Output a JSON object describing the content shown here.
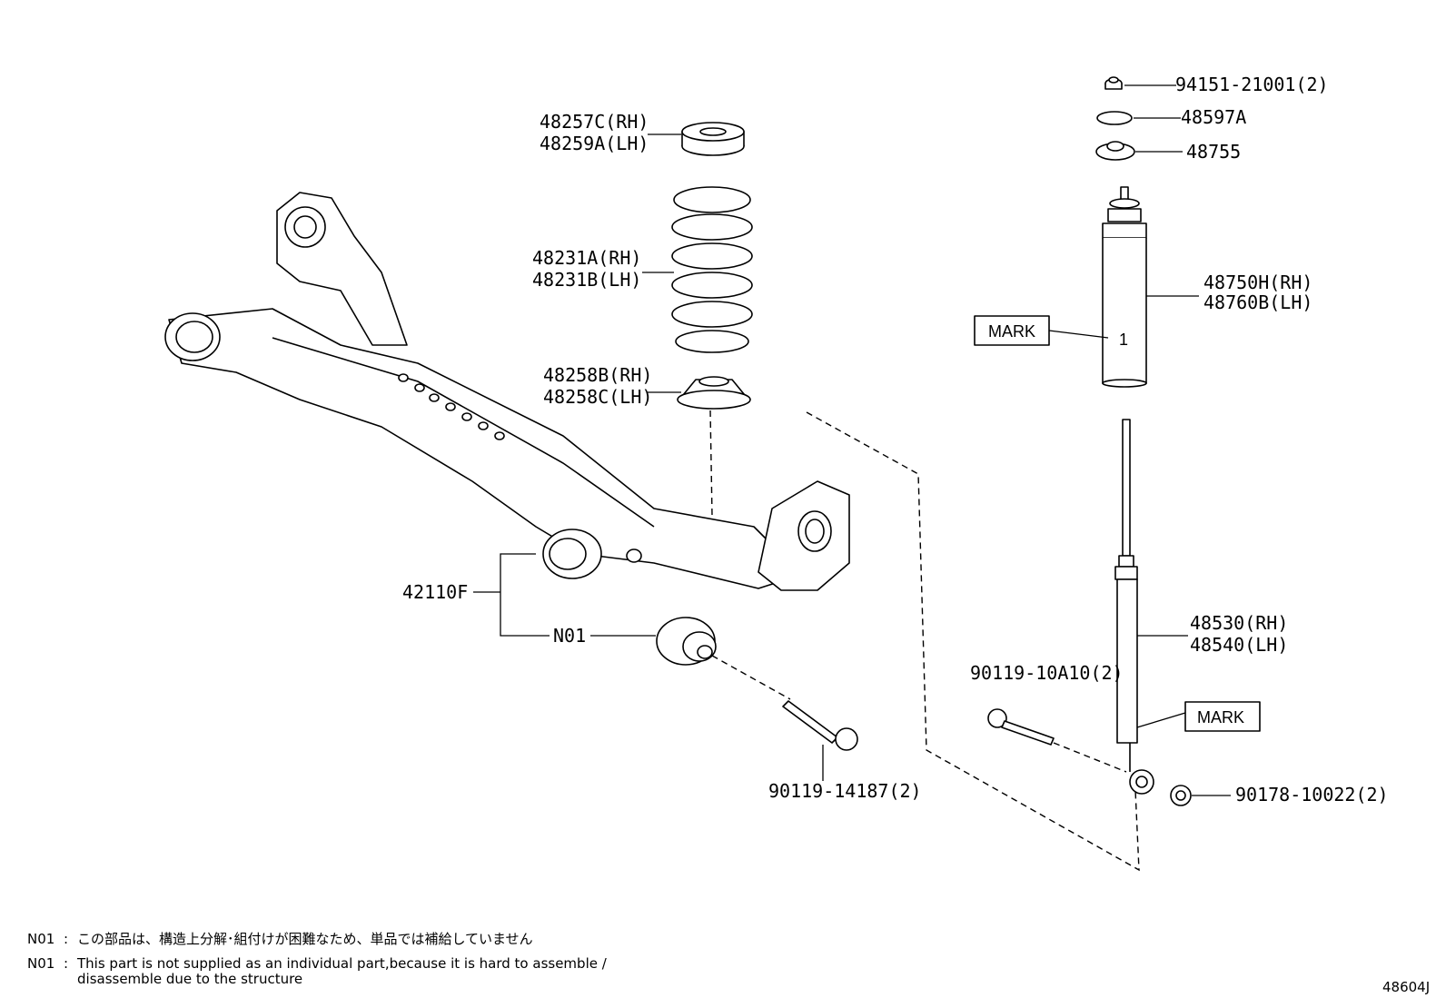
{
  "diagram": {
    "callouts": [
      {
        "id": "nut-top",
        "text": "94151-21001(2)"
      },
      {
        "id": "washer",
        "text": "48597A"
      },
      {
        "id": "bump-seat",
        "text": "48755"
      },
      {
        "id": "boot-1",
        "text": "48750H(RH)"
      },
      {
        "id": "boot-2",
        "text": "48760B(LH)"
      },
      {
        "id": "upper-seat-1",
        "text": "48257C(RH)"
      },
      {
        "id": "upper-seat-2",
        "text": "48259A(LH)"
      },
      {
        "id": "spring-1",
        "text": "48231A(RH)"
      },
      {
        "id": "spring-2",
        "text": "48231B(LH)"
      },
      {
        "id": "lower-seat-1",
        "text": "48258B(RH)"
      },
      {
        "id": "lower-seat-2",
        "text": "48258C(LH)"
      },
      {
        "id": "beam",
        "text": "42110F"
      },
      {
        "id": "bushing",
        "text": "N01"
      },
      {
        "id": "bolt-beam",
        "text": "90119-14187(2)"
      },
      {
        "id": "bolt-shock",
        "text": "90119-10A10(2)"
      },
      {
        "id": "nut-shock",
        "text": "90178-10022(2)"
      },
      {
        "id": "absorber-1",
        "text": "48530(RH)"
      },
      {
        "id": "absorber-2",
        "text": "48540(LH)"
      }
    ],
    "marks": {
      "mark_boot": "MARK",
      "mark_absorber": "MARK",
      "boot_digit": "1"
    },
    "notes": {
      "line1_code": "N01",
      "line1_sep": ":",
      "line1_text": "この部品は、構造上分解･組付けが困難なため、単品では補給していません",
      "line2_code": "N01",
      "line2_sep": ":",
      "line2_text": "This part is not supplied as an individual part,because it is hard to assemble /",
      "line3_text": "disassemble due to the structure"
    },
    "diagram_code": "48604J"
  }
}
